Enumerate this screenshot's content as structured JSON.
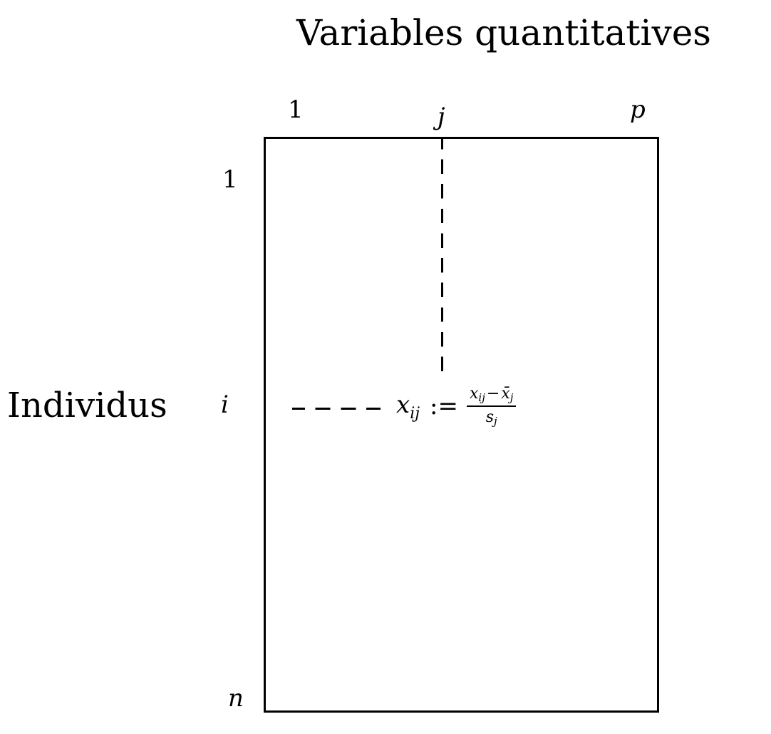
{
  "diagram": {
    "title": "Variables quantitatives",
    "row_title": "Individus",
    "columns": {
      "first": "1",
      "middle": "j",
      "last": "p"
    },
    "rows": {
      "first": "1",
      "middle": "i",
      "last": "n"
    },
    "formula": {
      "lhs_base": "x",
      "lhs_sub": "ij",
      "operator": ":=",
      "numerator_a_base": "x",
      "numerator_a_sub": "ij",
      "numerator_op": "−",
      "numerator_b_base": "x̄",
      "numerator_b_sub": "j",
      "denominator_base": "s",
      "denominator_sub": "j"
    }
  }
}
